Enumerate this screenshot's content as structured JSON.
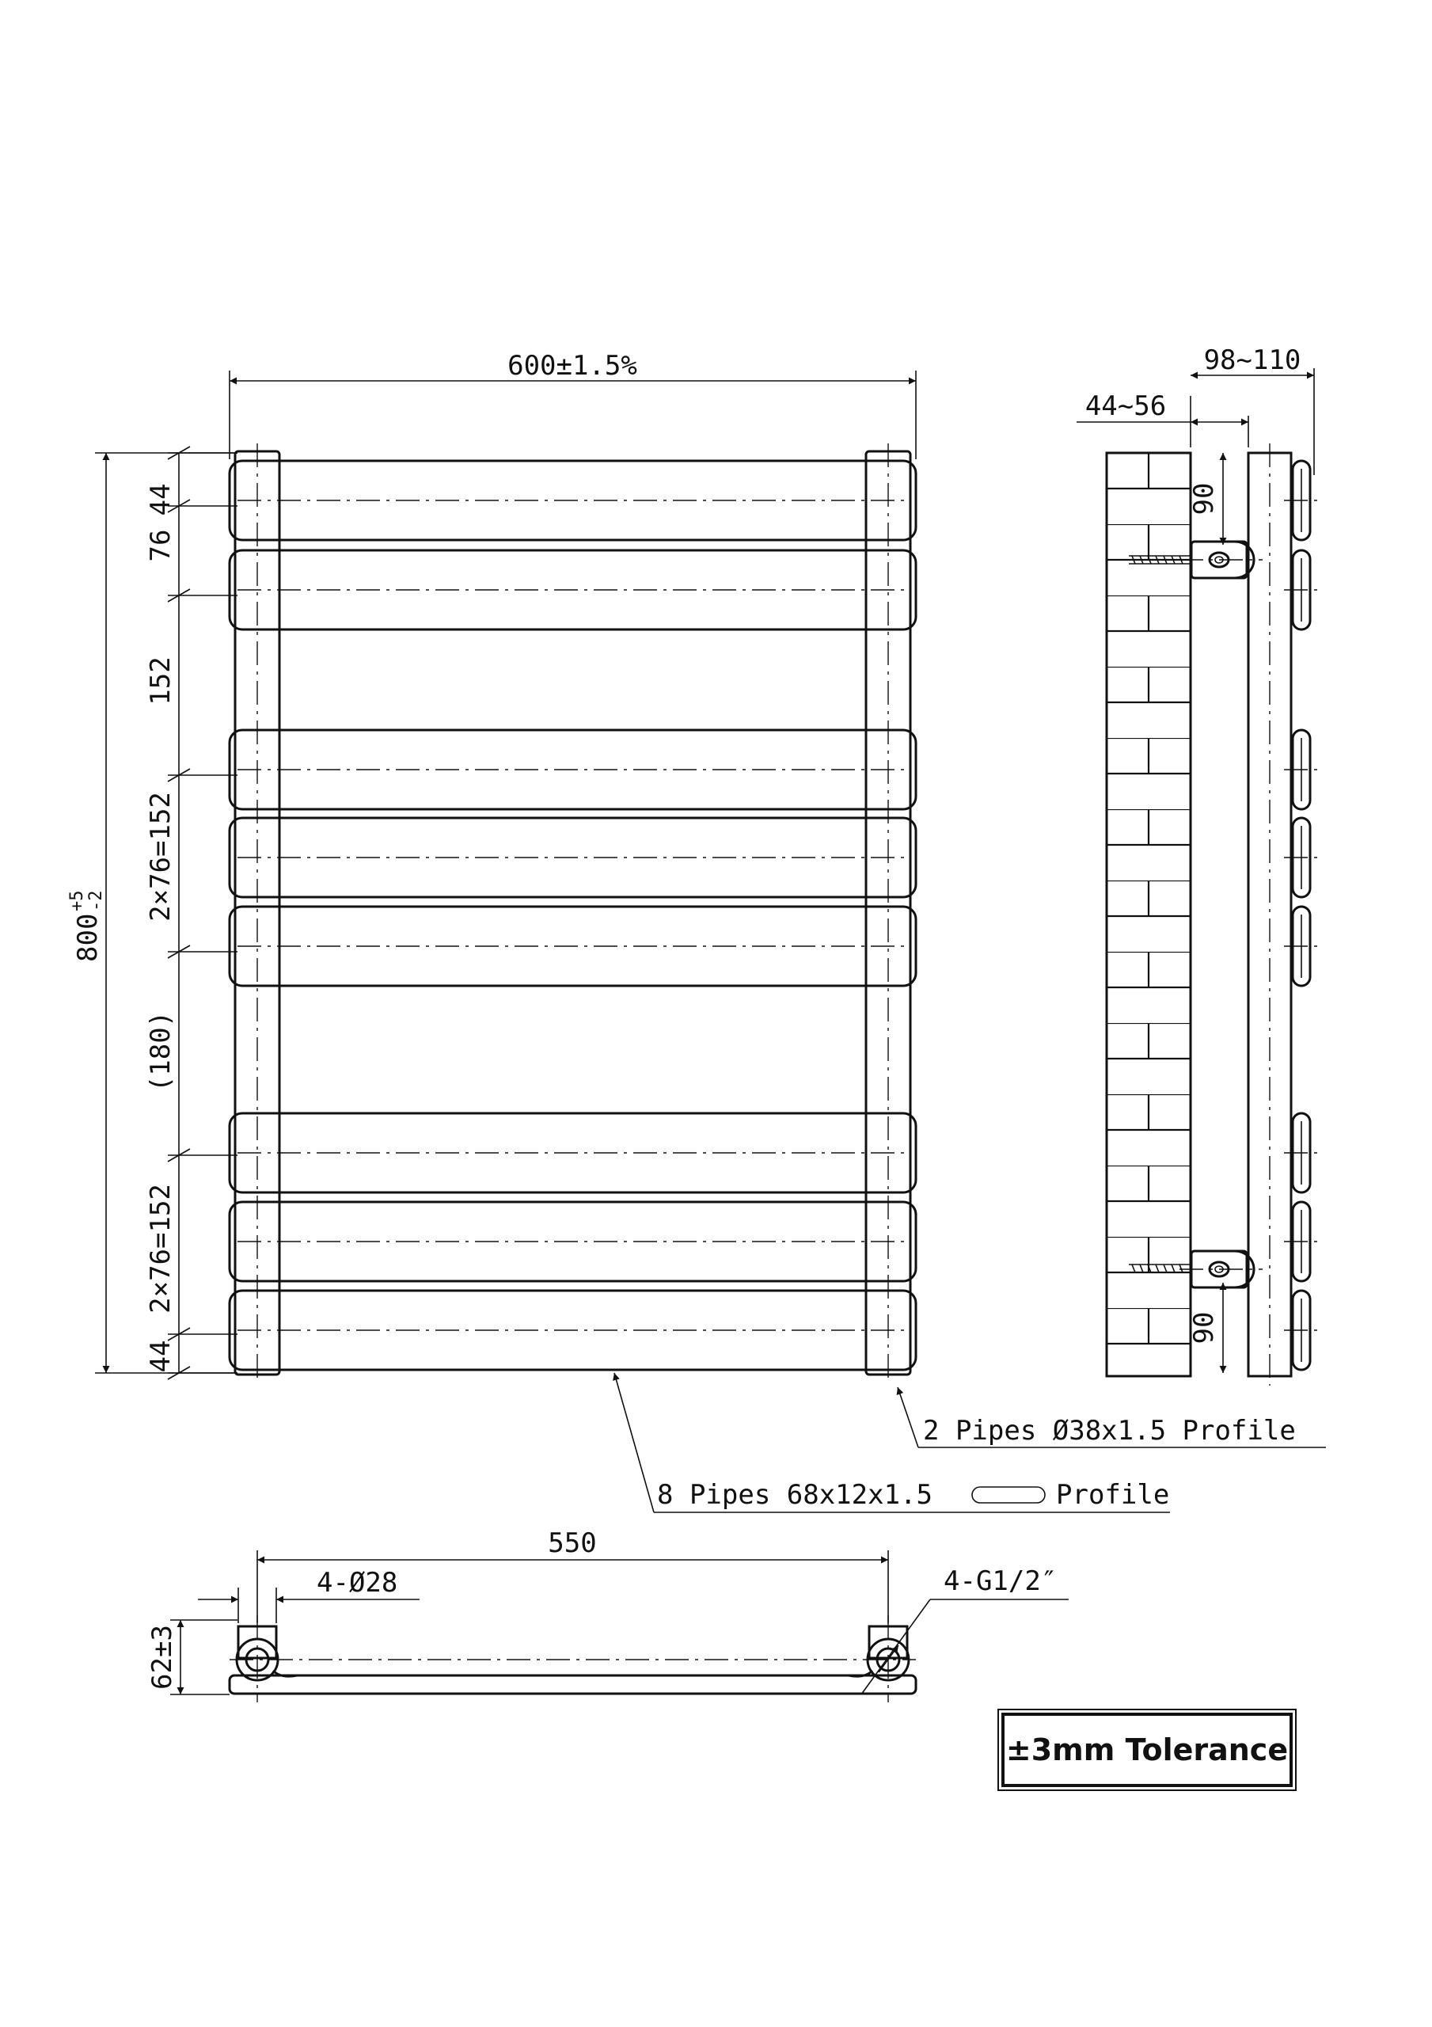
{
  "front_view": {
    "width": "600±1.5%",
    "height": "800",
    "height_tol_upper": "+5",
    "height_tol_lower": "-2",
    "spacings": [
      "44",
      "76",
      "152",
      "2×76=152",
      "(180)",
      "2×76=152",
      "44"
    ]
  },
  "side_view": {
    "projection_range": "98~110",
    "wall_gap_range": "44~56",
    "bracket_top": "90",
    "bracket_bottom": "90"
  },
  "callouts": {
    "vertical_pipes": "2 Pipes Ø38x1.5 Profile",
    "horizontal_pipes_prefix": "8 Pipes 68x12x1.5",
    "horizontal_pipes_suffix": "Profile"
  },
  "bottom_view": {
    "centres": "550",
    "wall_fixing": "4-Ø28",
    "connection": "4-G1/2″",
    "depth": "62±3"
  },
  "tolerance_note": "±3mm Tolerance"
}
